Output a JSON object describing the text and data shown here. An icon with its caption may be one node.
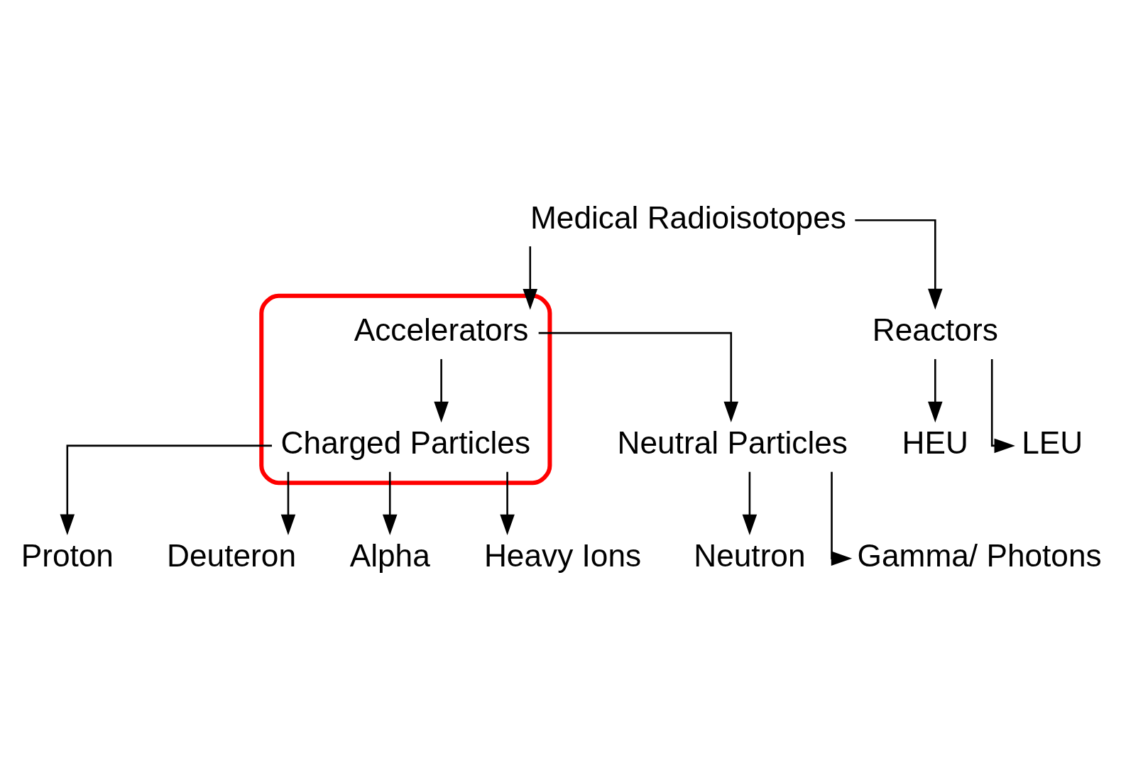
{
  "diagram": {
    "nodes": [
      {
        "text": [
          "Medical Radioisotopes"
        ]
      },
      {
        "text": [],
        "shape": "ellipse"
      },
      {
        "text": [
          "Accelerators"
        ],
        "in": 1
      },
      {
        "text": [
          "Reactors"
        ]
      },
      {
        "text": [
          "Charged Particles"
        ],
        "in": 1
      },
      {
        "text": [
          "Neutral Particles"
        ]
      },
      {
        "text": [
          "HEU"
        ]
      },
      {
        "text": [
          "LEU"
        ]
      },
      {
        "text": [
          "Proton"
        ]
      },
      {
        "text": [
          "Deuteron"
        ]
      },
      {
        "text": [
          "Alpha"
        ]
      },
      {
        "text": [
          "Heavy Ions"
        ]
      },
      {
        "text": [
          "Neutron"
        ]
      },
      {
        "text": [
          "Gamma/ Photons"
        ]
      }
    ],
    "edges": [
      {
        "from": 0,
        "to": 2,
        "arrow": "to"
      },
      {
        "from": 0,
        "to": 3,
        "arrow": "to"
      },
      {
        "from": 2,
        "to": 4,
        "arrow": "to"
      },
      {
        "from": 2,
        "to": 5,
        "arrow": "to"
      },
      {
        "from": 3,
        "to": 6,
        "arrow": "to"
      },
      {
        "from": 3,
        "to": 7,
        "arrow": "to"
      },
      {
        "from": 4,
        "to": 8,
        "arrow": "to"
      },
      {
        "from": 4,
        "to": 9,
        "arrow": "to"
      },
      {
        "from": 4,
        "to": 10,
        "arrow": "to"
      },
      {
        "from": 4,
        "to": 11,
        "arrow": "to"
      },
      {
        "from": 5,
        "to": 12,
        "arrow": "to"
      },
      {
        "from": 5,
        "to": 13,
        "arrow": "to"
      }
    ]
  }
}
